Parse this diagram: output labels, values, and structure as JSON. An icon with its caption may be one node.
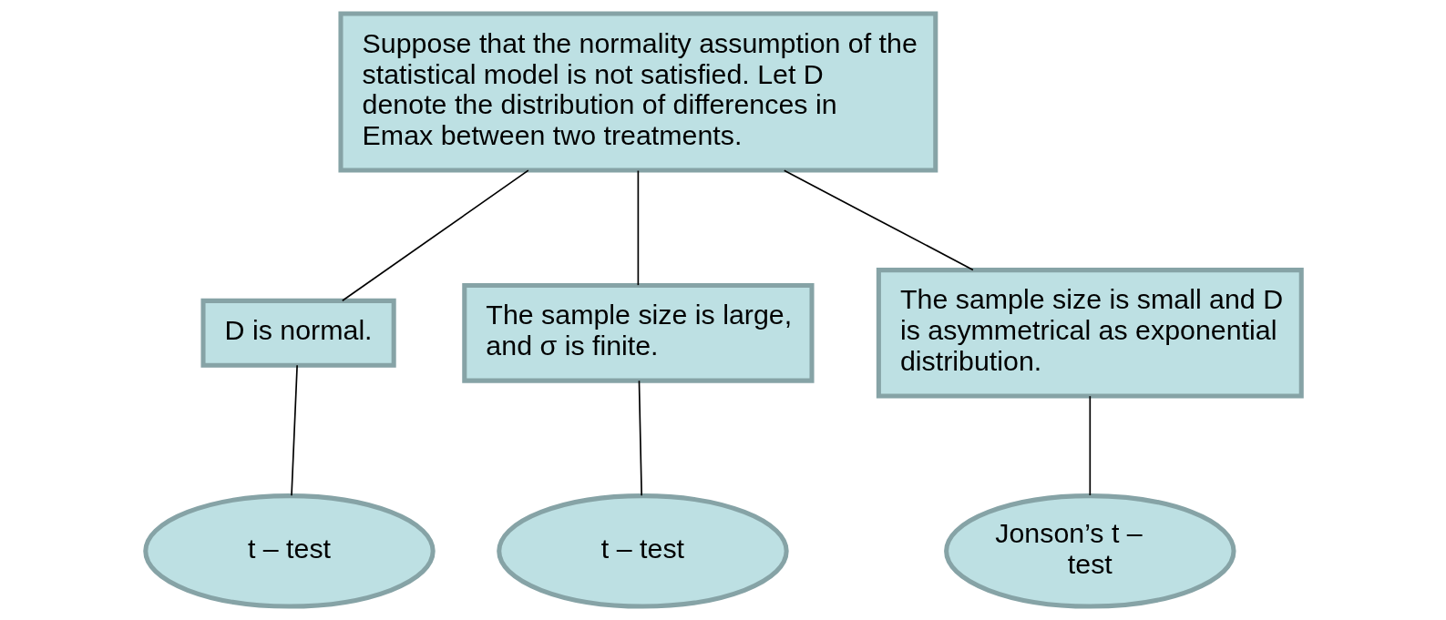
{
  "diagram": {
    "nodes": [
      {
        "text": [
          "Suppose that the normality assumption of the statistical model is not satisfied. Let D denote the distribution of differences in Emax between two treatments."
        ]
      },
      {
        "text": [
          "D is normal."
        ]
      },
      {
        "text": [
          "The sample size is large, and σ is finite."
        ]
      },
      {
        "text": [
          "The sample size is small and D is asymmetrical as exponential distribution."
        ]
      },
      {
        "text": [
          "t – test"
        ]
      },
      {
        "text": [
          "t – test"
        ]
      },
      {
        "text": [
          "Jonson’s t – test"
        ]
      }
    ],
    "edges": [
      {
        "from": 0,
        "to": 1,
        "arrow": "none"
      },
      {
        "from": 0,
        "to": 2,
        "arrow": "none"
      },
      {
        "from": 0,
        "to": 3,
        "arrow": "none"
      },
      {
        "from": 1,
        "to": 4,
        "arrow": "none"
      },
      {
        "from": 2,
        "to": 5,
        "arrow": "none"
      },
      {
        "from": 3,
        "to": 6,
        "arrow": "none"
      }
    ]
  }
}
